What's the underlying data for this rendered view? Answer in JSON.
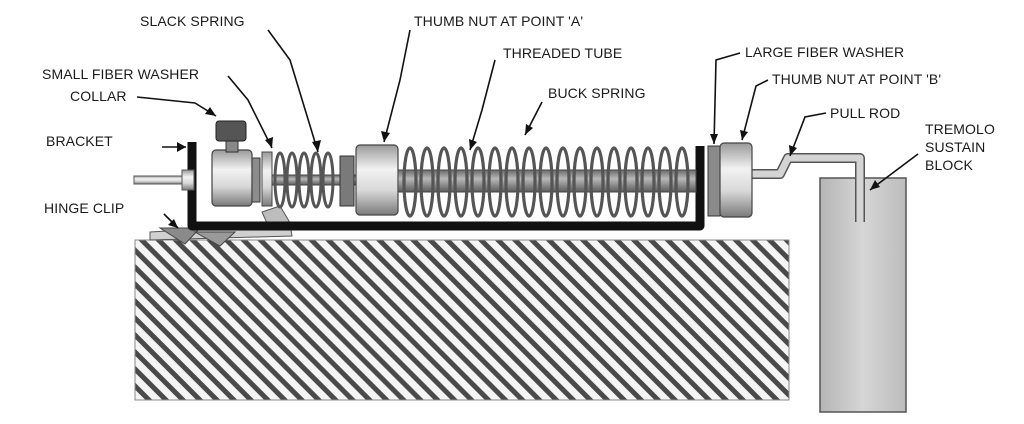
{
  "labels": {
    "slack_spring": "SLACK SPRING",
    "thumb_nut_a": "THUMB NUT AT POINT 'A'",
    "threaded_tube": "THREADED TUBE",
    "small_fiber_washer": "SMALL FIBER WASHER",
    "collar": "COLLAR",
    "buck_spring": "BUCK SPRING",
    "bracket": "BRACKET",
    "hinge_clip": "HINGE CLIP",
    "large_fiber_washer": "LARGE FIBER WASHER",
    "thumb_nut_b": "THUMB NUT AT POINT 'B'",
    "pull_rod": "PULL ROD",
    "tremolo_line1": "TREMOLO",
    "tremolo_line2": "SUSTAIN",
    "tremolo_line3": "BLOCK"
  },
  "colors": {
    "outline": "#1a1a1a",
    "metal_light": "#e6e6e6",
    "metal_mid": "#bdbdbd",
    "metal_dark": "#6e6e6e",
    "hatch": "#4a4a4a",
    "block_fill": "#c8c8c8"
  }
}
